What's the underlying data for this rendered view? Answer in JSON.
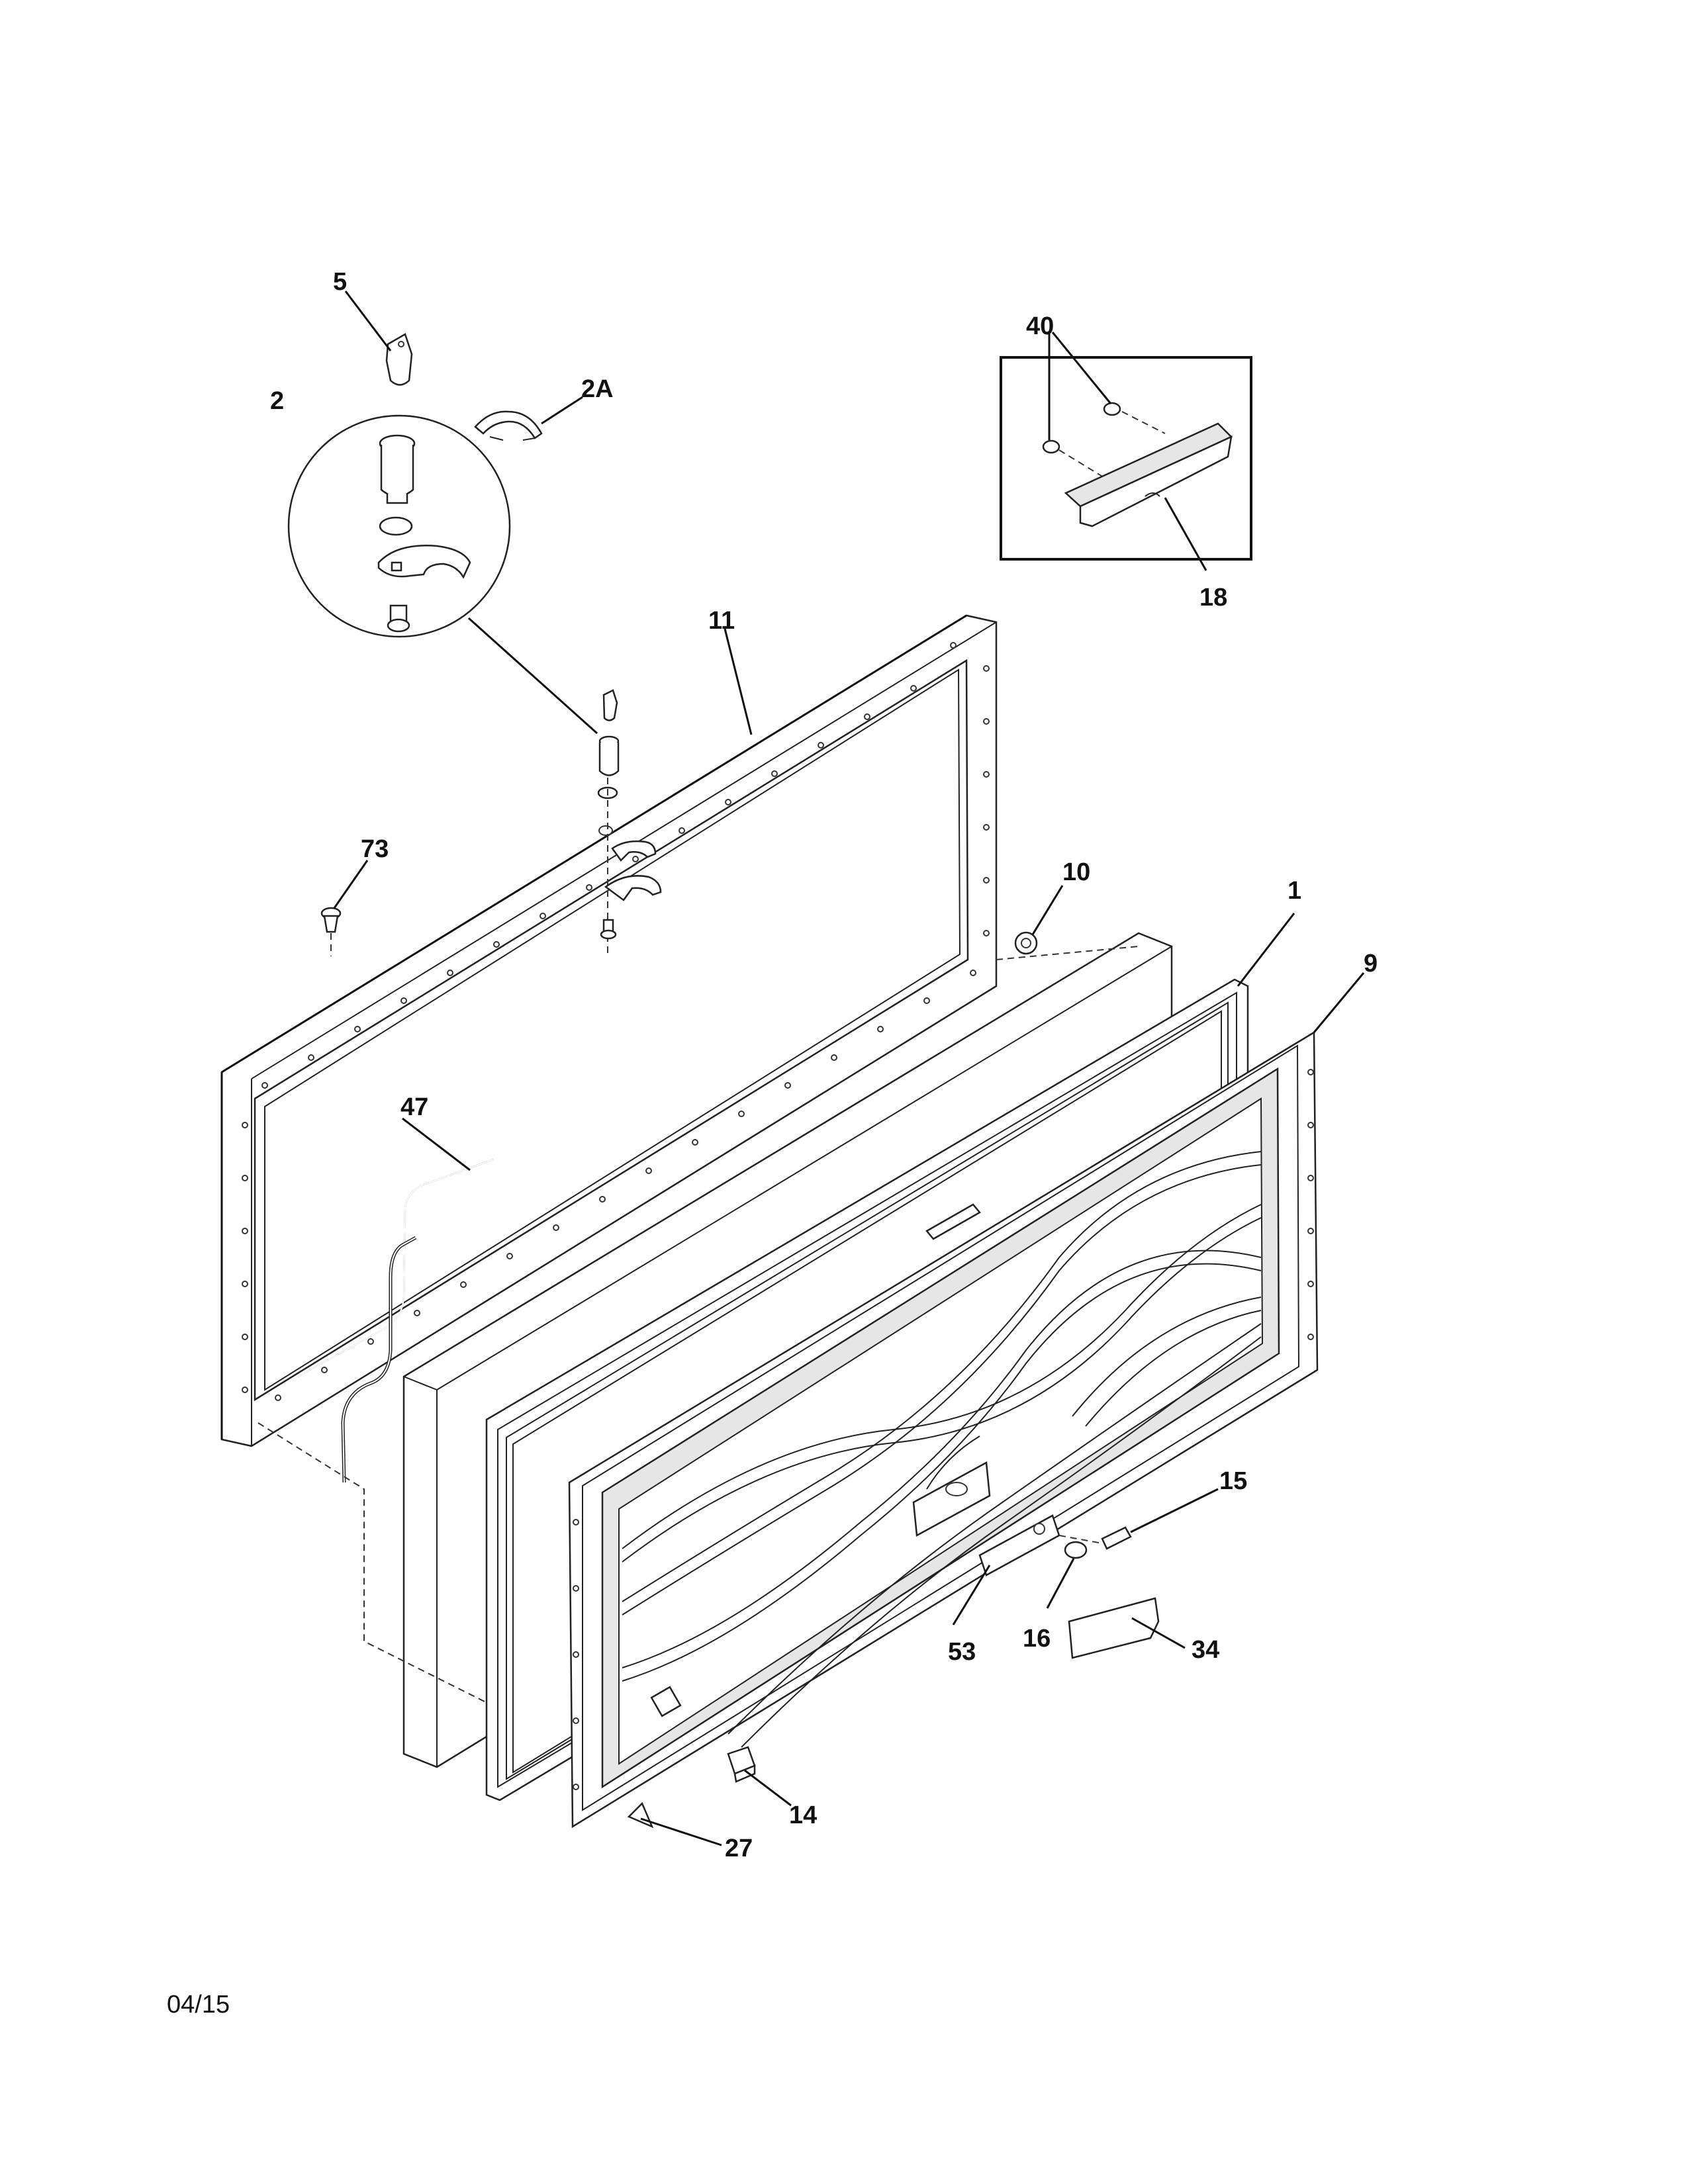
{
  "callouts": {
    "c5": "5",
    "c2": "2",
    "c2a": "2A",
    "c40": "40",
    "c18": "18",
    "c11": "11",
    "c73": "73",
    "c10": "10",
    "c1": "1",
    "c9": "9",
    "c47": "47",
    "c15": "15",
    "c53": "53",
    "c16": "16",
    "c34": "34",
    "c14": "14",
    "c27": "27"
  },
  "footer": {
    "date": "04/15"
  }
}
